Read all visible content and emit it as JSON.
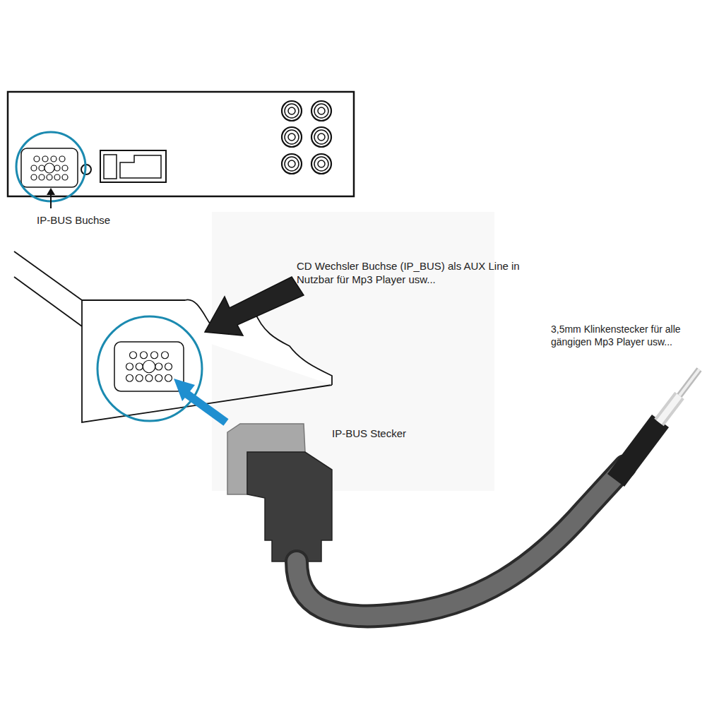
{
  "diagram": {
    "labels": [
      "IP-BUS Buchse",
      "CD Wechsler Buchse (IP_BUS) als AUX Line in Nutzbar für Mp3 Player usw...",
      "IP-BUS Stecker",
      "3,5mm Klinkenstecker für alle gängigen Mp3 Player usw..."
    ]
  }
}
